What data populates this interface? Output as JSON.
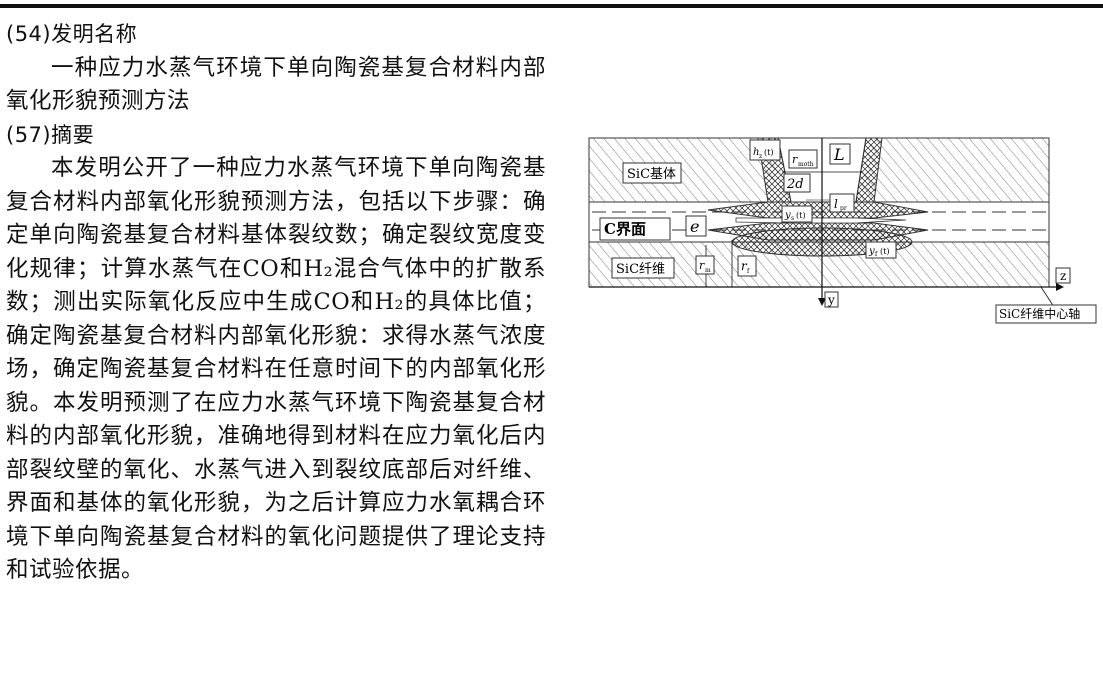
{
  "title_section": {
    "heading": "(54)发明名称",
    "text": "一种应力水蒸气环境下单向陶瓷基复合材料内部氧化形貌预测方法"
  },
  "abstract_section": {
    "heading": "(57)摘要",
    "text": "本发明公开了一种应力水蒸气环境下单向陶瓷基复合材料内部氧化形貌预测方法，包括以下步骤：确定单向陶瓷基复合材料基体裂纹数；确定裂纹宽度变化规律；计算水蒸气在CO和H₂混合气体中的扩散系数；测出实际氧化反应中生成CO和H₂的具体比值；确定陶瓷基复合材料内部氧化形貌：求得水蒸气浓度场，确定陶瓷基复合材料在任意时间下的内部氧化形貌。本发明预测了在应力水蒸气环境下陶瓷基复合材料的内部氧化形貌，准确地得到材料在应力氧化后内部裂纹壁的氧化、水蒸气进入到裂纹底部后对纤维、界面和基体的氧化形貌，为之后计算应力水氧耦合环境下单向陶瓷基复合材料的氧化问题提供了理论支持和试验依据。"
  },
  "figure": {
    "labels": {
      "matrix": "SiC基体",
      "interface": "C界面",
      "fiber": "SiC纤维",
      "axis_label": "SiC纤维中心轴",
      "y_axis": "y",
      "z_axis": "z",
      "L": "L",
      "e": "e",
      "two_d": "2d",
      "rm": "r",
      "rm_sub": "m",
      "rf": "r",
      "rf_sub": "f",
      "rmoth": "r",
      "rmoth_sub": "moth",
      "lpr": "l",
      "lpr_sub": "pr",
      "hz": "h",
      "hz_arg": "(t)",
      "hz_sub": "z",
      "ys": "y",
      "ys_sub": "s",
      "ys_arg": "(t)",
      "yf": "y",
      "yf_sub": "f",
      "yf_arg": "(t)"
    }
  }
}
